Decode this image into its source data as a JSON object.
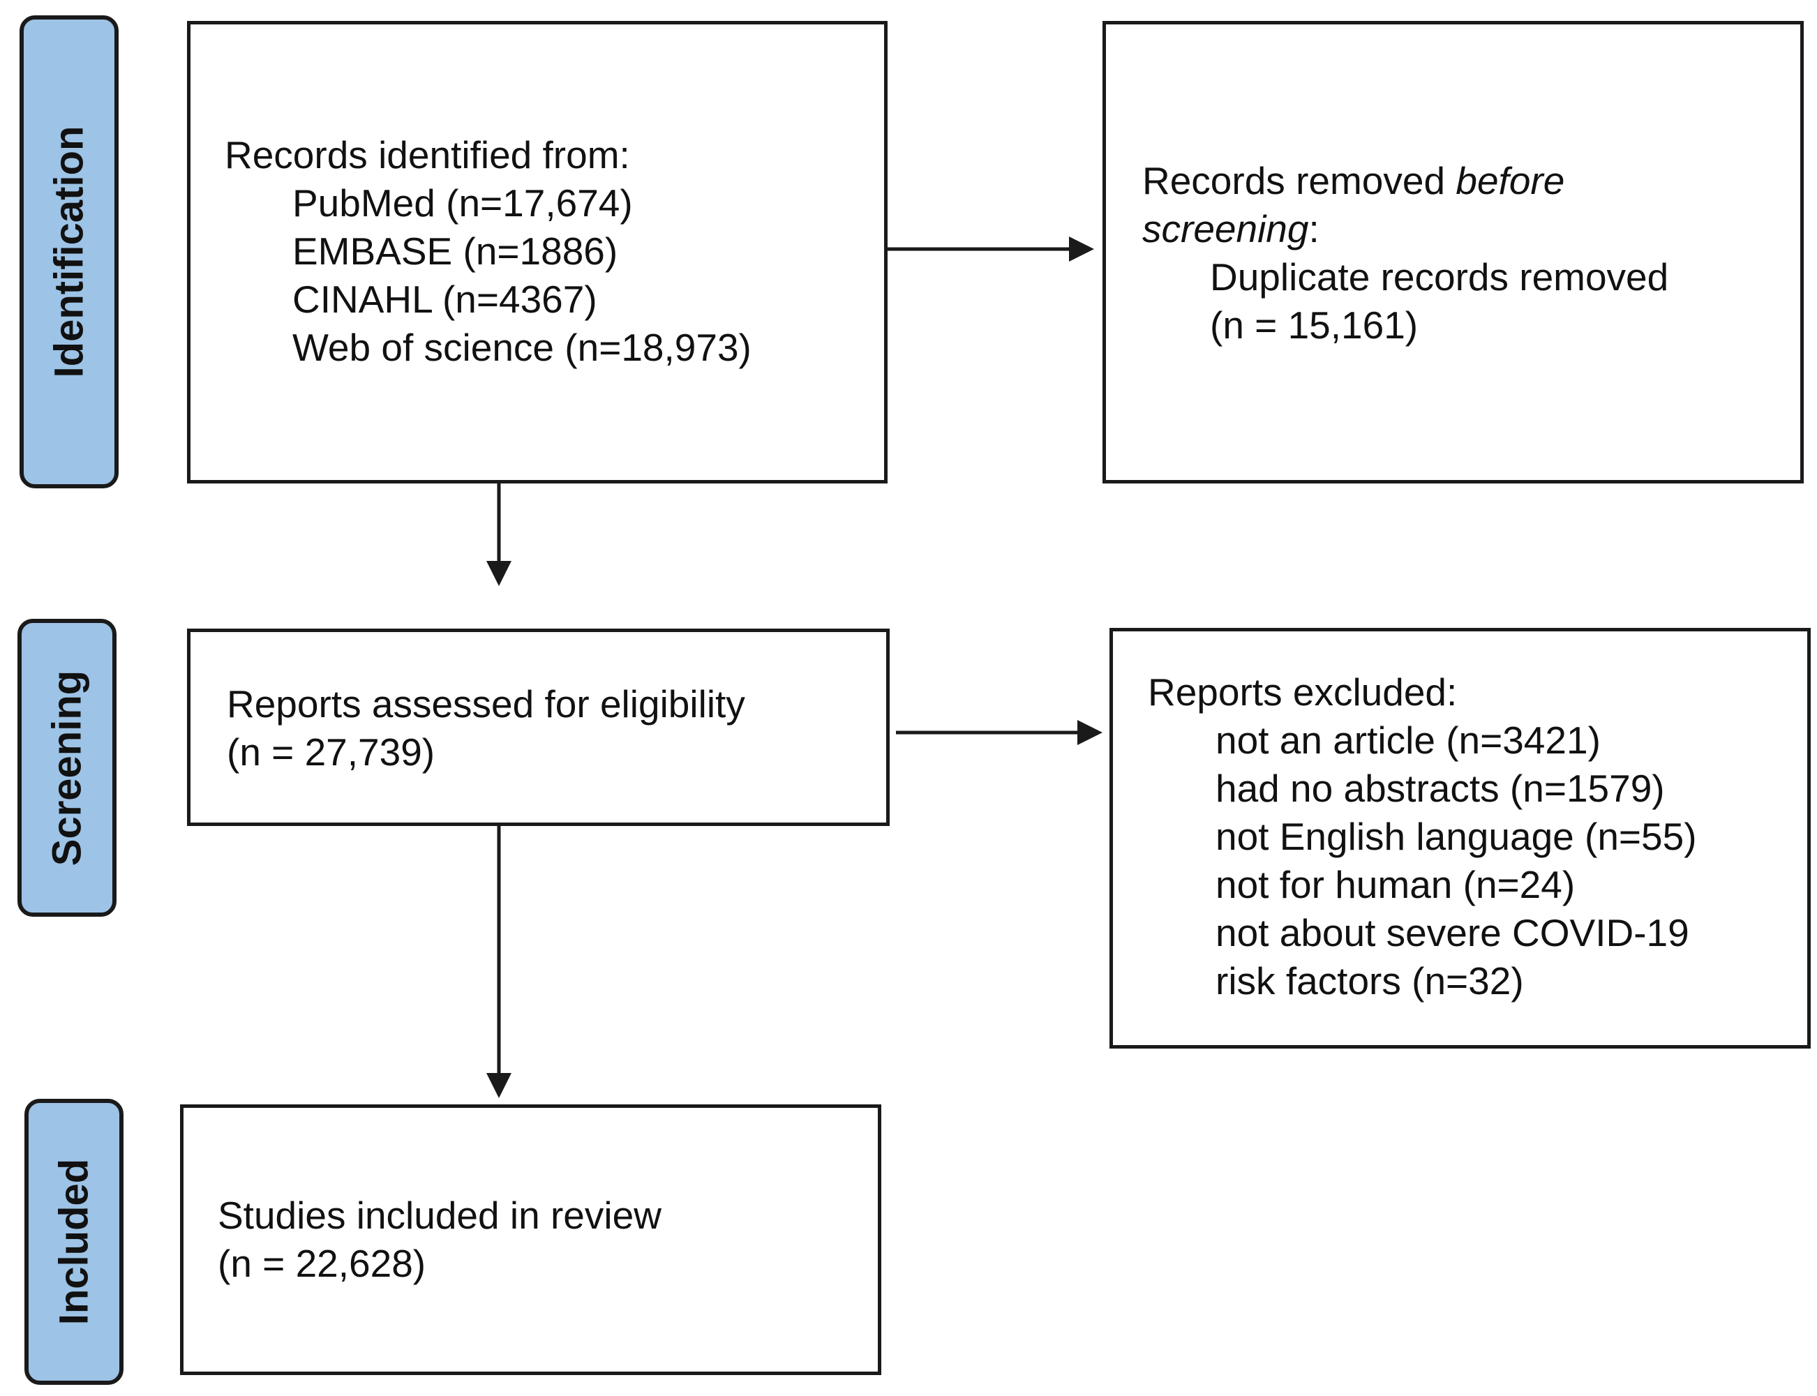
{
  "phases": {
    "identification": "Identification",
    "screening": "Screening",
    "included": "Included"
  },
  "records_identified": {
    "heading": "Records identified from:",
    "sources": [
      "PubMed (n=17,674)",
      "EMBASE (n=1886)",
      "CINAHL (n=4367)",
      "Web of science (n=18,973)"
    ]
  },
  "records_removed": {
    "prefix": "Records removed ",
    "emph1": "before",
    "emph2": "screening",
    "suffix": ":",
    "item_label": "Duplicate records removed",
    "item_count": "(n = 15,161)"
  },
  "reports_assessed": {
    "label": "Reports assessed for eligibility",
    "count": "(n = 27,739)"
  },
  "reports_excluded": {
    "heading": "Reports excluded:",
    "reasons": [
      "not an article (n=3421)",
      "had no abstracts (n=1579)",
      "not English language (n=55)",
      "not for human (n=24)",
      "not about severe COVID-19",
      "risk factors (n=32)"
    ]
  },
  "studies_included": {
    "label": "Studies included in review",
    "count": "(n = 22,628)"
  },
  "colors": {
    "phase_fill": "#9dc3e6",
    "stroke": "#1a1a1a"
  }
}
